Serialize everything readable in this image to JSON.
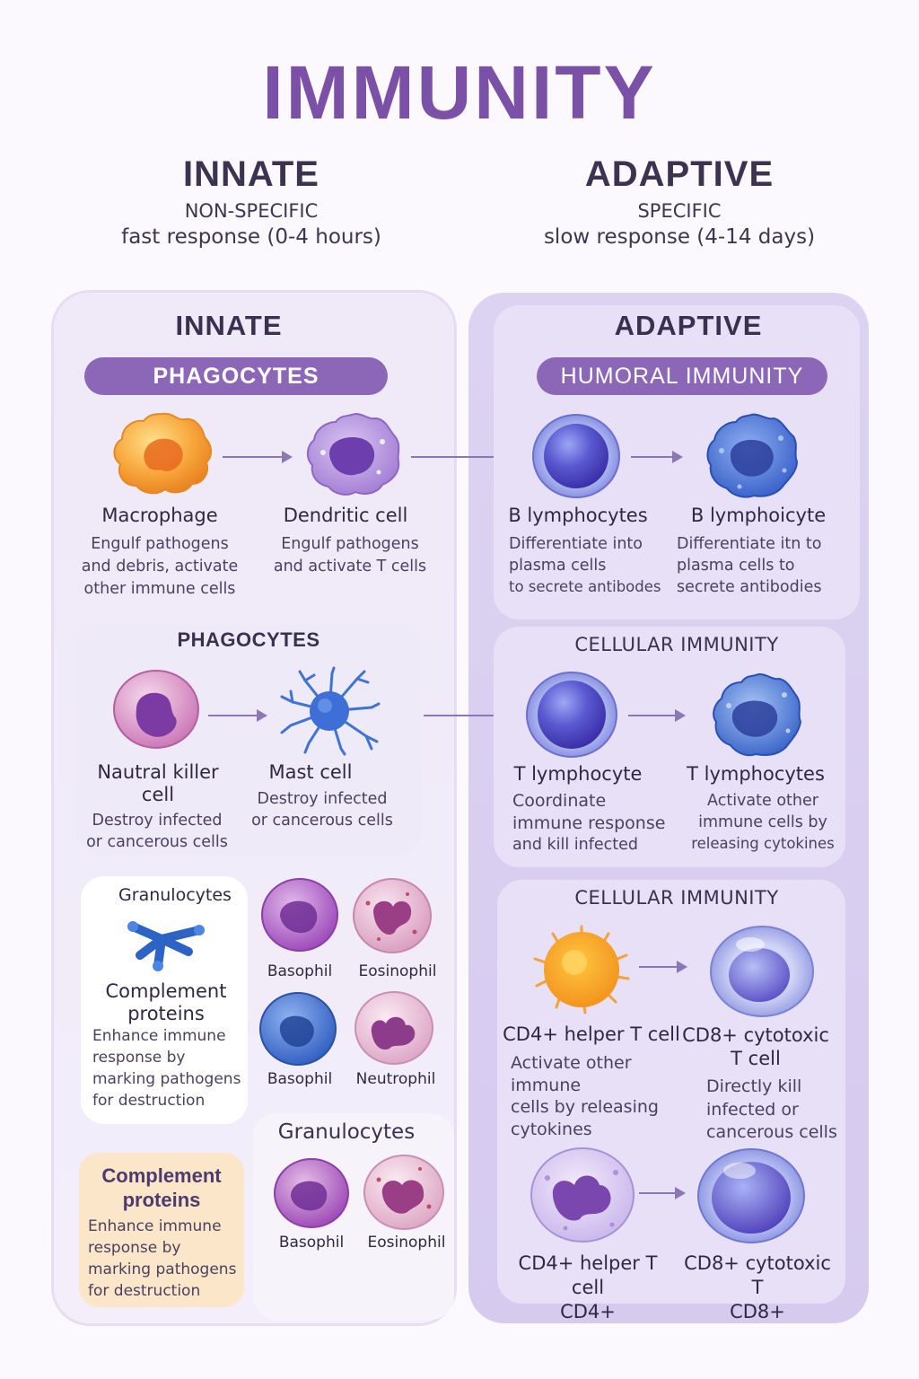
{
  "title": "IMMUNITY",
  "columns": {
    "innate": {
      "title": "INNATE",
      "sub1": "NON-SPECIFIC",
      "sub2": "fast response (0-4 hours)"
    },
    "adaptive": {
      "title": "ADAPTIVE",
      "sub1": "SPECIFIC",
      "sub2": "slow response (4-14 days)"
    }
  },
  "innate_panel": {
    "title": "INNATE",
    "pill": "PHAGOCYTES",
    "cells": [
      {
        "name": "Macrophage",
        "desc": [
          "Engulf pathogens",
          "and debris, activate",
          "other immune cells"
        ]
      },
      {
        "name": "Dendritic cell",
        "desc": [
          "Engulf pathogens",
          "and activate T cells"
        ]
      }
    ],
    "phagocytes_box": {
      "title": "PHAGOCYTES",
      "cells": [
        {
          "name": [
            "Nautral killer",
            "cell"
          ],
          "desc": [
            "Destroy infected",
            "or cancerous cells"
          ]
        },
        {
          "name": [
            "Mast cell"
          ],
          "desc": [
            "Destroy infected",
            "or cancerous cells"
          ]
        }
      ]
    },
    "granulocytes_box": {
      "title": "Granulocytes",
      "protein_name": [
        "Complement",
        "proteins"
      ],
      "protein_desc": [
        "Enhance immune",
        "response by",
        "marking pathogens",
        "for destruction"
      ],
      "cells": [
        "Basophil",
        "Eosinophil",
        "Basophil",
        "Neutrophil"
      ]
    },
    "granulocytes_box2": {
      "title": "Granulocytes",
      "cells": [
        "Basophil",
        "Eosinophil"
      ]
    },
    "complement_box": {
      "name": [
        "Complement",
        "proteins"
      ],
      "desc": [
        "Enhance immune",
        "response by",
        "marking pathogens",
        "for destruction"
      ]
    }
  },
  "adaptive_panel": {
    "title": "ADAPTIVE",
    "pill": "HUMORAL IMMUNITY",
    "cells": [
      {
        "name": "B lymphocytes",
        "desc": [
          "Differentiate into",
          "plasma cells",
          "to secrete antibodes"
        ]
      },
      {
        "name": "B lymphoicyte",
        "desc": [
          "Differentiate itn to",
          "plasma cells to",
          "secrete antibodies"
        ]
      }
    ],
    "cellular1": {
      "title": "CELLULAR IMMUNITY",
      "cells": [
        {
          "name": "T lymphocyte",
          "desc": [
            "Coordinate",
            "immune response",
            "and kill infected"
          ]
        },
        {
          "name": "T lymphocytes",
          "desc": [
            "Activate other",
            "immune cells by",
            "releasing cytokines"
          ]
        }
      ]
    },
    "cellular2": {
      "title": "CELLULAR IMMUNITY",
      "cells": [
        {
          "name": [
            "CD4+ helper T cell"
          ],
          "desc": [
            "Activate other immune",
            "cells by releasing",
            "cytokines"
          ]
        },
        {
          "name": [
            "CD8+ cytotoxic",
            "T cell"
          ],
          "desc": [
            "Directly kill",
            "infected or",
            "cancerous cells"
          ]
        }
      ],
      "bottom_cells": [
        {
          "name": [
            "CD4+ helper T cell",
            "CD4+"
          ]
        },
        {
          "name": [
            "CD8+ cytotoxic T",
            "CD8+"
          ]
        }
      ]
    }
  },
  "colors": {
    "title": "#7b51a8",
    "pill": "#8c67b8",
    "panel_right": "#d8cdf0",
    "panel_left": "#efe9f8",
    "complement_box": "#fbe6c9"
  }
}
